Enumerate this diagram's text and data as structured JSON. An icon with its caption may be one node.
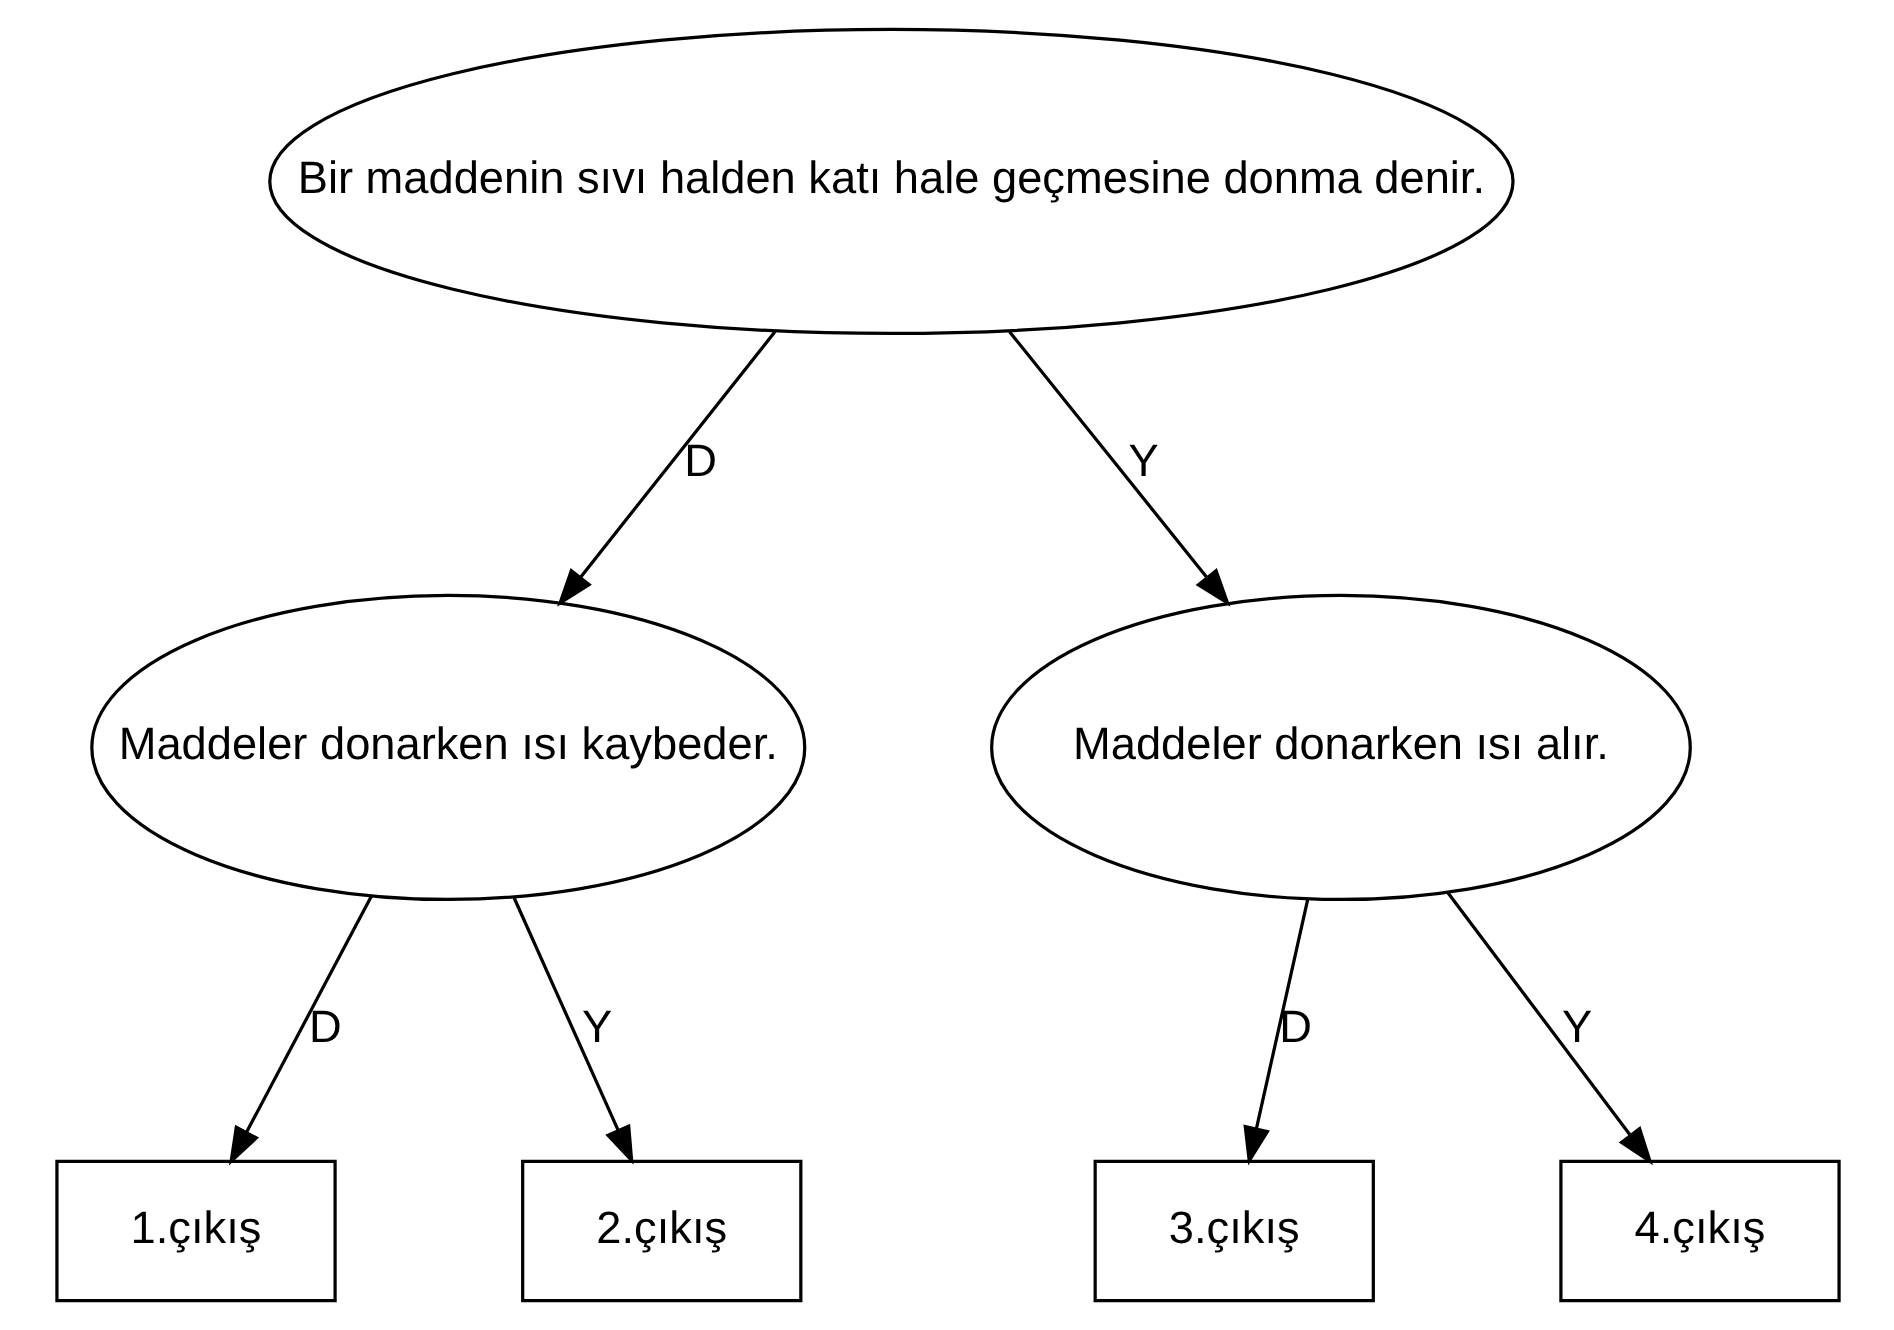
{
  "diagram": {
    "nodes": [
      {
        "text": [
          "Bir maddenin sıvı halden katı hale geçmesine donma denir."
        ]
      },
      {
        "text": [
          "Maddeler donarken ısı kaybeder."
        ]
      },
      {
        "text": [
          "Maddeler donarken ısı alır."
        ]
      },
      {
        "text": [
          "1.çıkış"
        ]
      },
      {
        "text": [
          "2.çıkış"
        ]
      },
      {
        "text": [
          "3.çıkış"
        ]
      },
      {
        "text": [
          "4.çıkış"
        ]
      }
    ],
    "edges": [
      {
        "from": 0,
        "to": 1,
        "arrow": "to",
        "label": "D"
      },
      {
        "from": 0,
        "to": 2,
        "arrow": "to",
        "label": "Y"
      },
      {
        "from": 1,
        "to": 3,
        "arrow": "to",
        "label": "D"
      },
      {
        "from": 1,
        "to": 4,
        "arrow": "to",
        "label": "Y"
      },
      {
        "from": 2,
        "to": 5,
        "arrow": "to",
        "label": "D"
      },
      {
        "from": 2,
        "to": 6,
        "arrow": "to",
        "label": "Y"
      }
    ]
  }
}
